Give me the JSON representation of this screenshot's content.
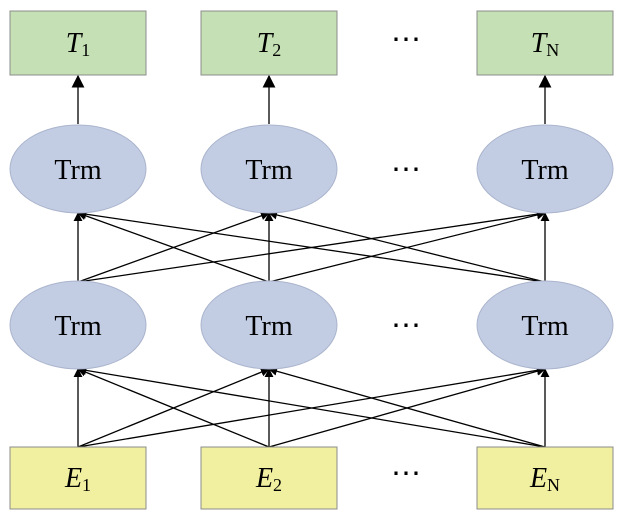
{
  "outputs": [
    {
      "symbol": "T",
      "subscript": "1"
    },
    {
      "symbol": "T",
      "subscript": "2"
    },
    {
      "symbol": "T",
      "subscript": "N"
    }
  ],
  "inputs": [
    {
      "symbol": "E",
      "subscript": "1"
    },
    {
      "symbol": "E",
      "subscript": "2"
    },
    {
      "symbol": "E",
      "subscript": "N"
    }
  ],
  "upper_layer": [
    "Trm",
    "Trm",
    "Trm"
  ],
  "lower_layer": [
    "Trm",
    "Trm",
    "Trm"
  ],
  "ellipsis": "⋯",
  "colors": {
    "output_box": "#c5e0b4",
    "input_box": "#f1f0a0",
    "trm_node": "#c2cde4"
  }
}
